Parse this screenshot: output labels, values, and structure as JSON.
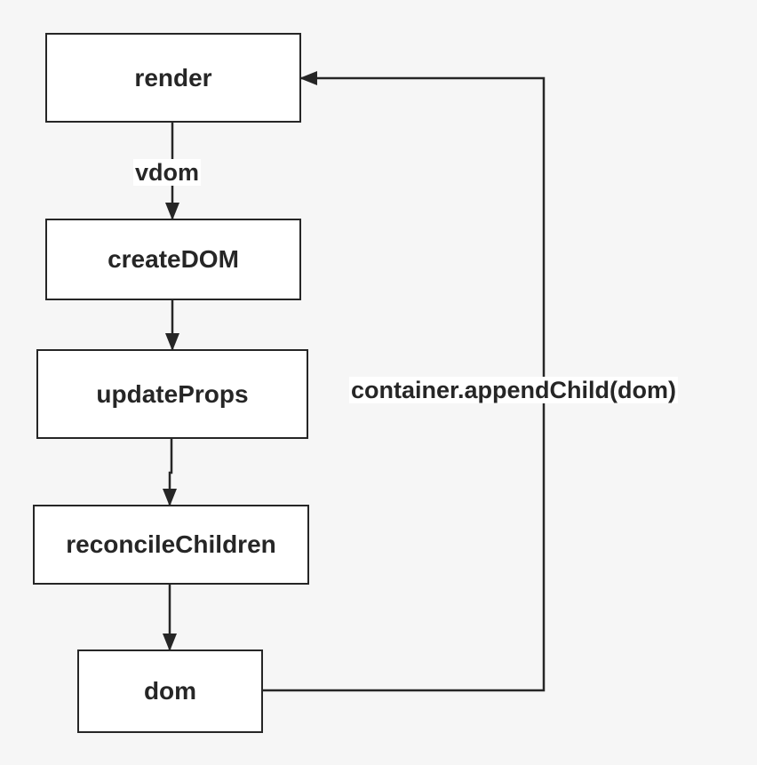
{
  "diagram": {
    "nodes": [
      {
        "id": "render",
        "label": "render"
      },
      {
        "id": "createDOM",
        "label": "createDOM"
      },
      {
        "id": "updateProps",
        "label": "updateProps"
      },
      {
        "id": "reconcileChildren",
        "label": "reconcileChildren"
      },
      {
        "id": "dom",
        "label": "dom"
      }
    ],
    "edges": [
      {
        "from": "render",
        "to": "createDOM",
        "label": "vdom"
      },
      {
        "from": "createDOM",
        "to": "updateProps",
        "label": ""
      },
      {
        "from": "updateProps",
        "to": "reconcileChildren",
        "label": ""
      },
      {
        "from": "reconcileChildren",
        "to": "dom",
        "label": ""
      },
      {
        "from": "dom",
        "to": "render",
        "label": "container.appendChild(dom)"
      }
    ]
  }
}
